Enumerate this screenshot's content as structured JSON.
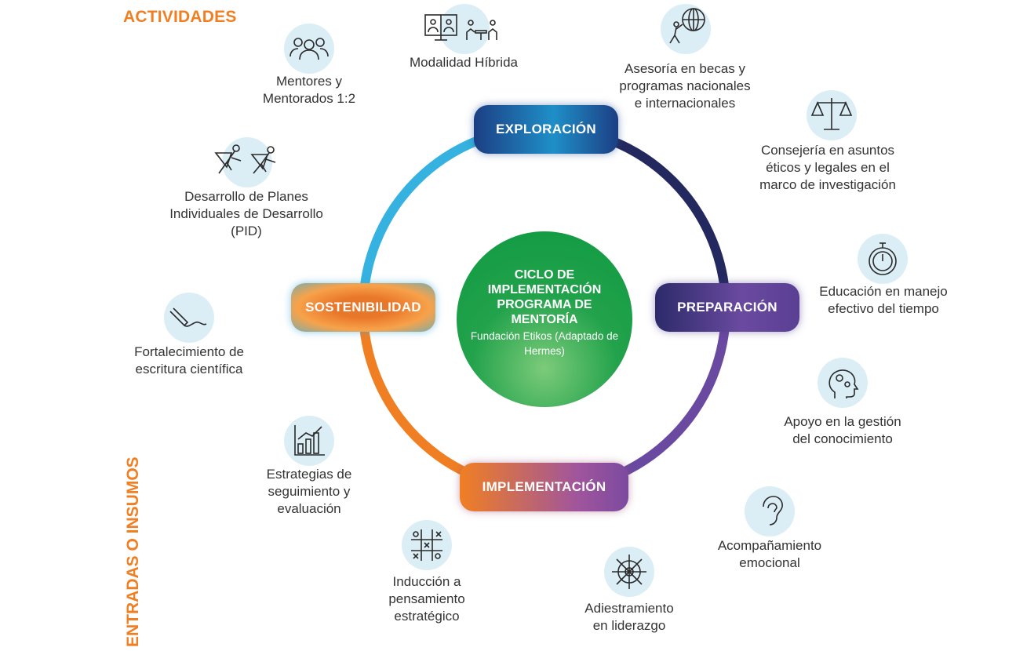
{
  "titles": {
    "actividades": "ACTIVIDADES",
    "entradas": "ENTRADAS O INSUMOS"
  },
  "center": {
    "title": "CICLO DE IMPLEMENTACIÓN PROGRAMA DE MENTORÍA",
    "subtitle": "Fundación Etikos (Adaptado de Hermes)"
  },
  "stages": {
    "exploracion": "EXPLORACIÓN",
    "preparacion": "PREPARACIÓN",
    "implementacion": "IMPLEMENTACIÓN",
    "sostenibilidad": "SOSTENIBILIDAD"
  },
  "activities": {
    "hibrida": "Modalidad Híbrida",
    "mentores": "Mentores y\nMentorados 1:2",
    "becas": "Asesoría en becas y\nprogramas nacionales\ne internacionales",
    "consejeria": "Consejería en asuntos\néticos y legales en el\nmarco de investigación",
    "tiempo": "Educación en manejo\nefectivo del tiempo",
    "conocimiento": "Apoyo en la gestión\ndel conocimiento",
    "emocional": "Acompañamiento\nemocional",
    "liderazgo": "Adiestramiento\nen liderazgo",
    "estrategico": "Inducción a\npensamiento\nestratégico",
    "seguimiento": "Estrategias de\nseguimiento y\nevaluación",
    "escritura": "Fortalecimiento de\nescritura científica",
    "pid": "Desarrollo de Planes\nIndividuales de Desarrollo\n(PID)"
  },
  "colors": {
    "orange": "#f07f23",
    "green": "#0e9a42",
    "blue": "#35b2e0",
    "navy": "#23295e",
    "purple": "#6a4aa0",
    "icon_bg": "#dbeef6"
  },
  "icons": {
    "hibrida": "video-conference-icon",
    "mentores": "people-group-icon",
    "becas": "globe-person-icon",
    "consejeria": "scales-icon",
    "tiempo": "stopwatch-icon",
    "conocimiento": "head-gears-icon",
    "emocional": "ear-icon",
    "liderazgo": "ship-wheel-icon",
    "estrategico": "tic-tac-toe-icon",
    "seguimiento": "bar-chart-icon",
    "escritura": "pen-signature-icon",
    "pid": "superheroes-icon"
  }
}
